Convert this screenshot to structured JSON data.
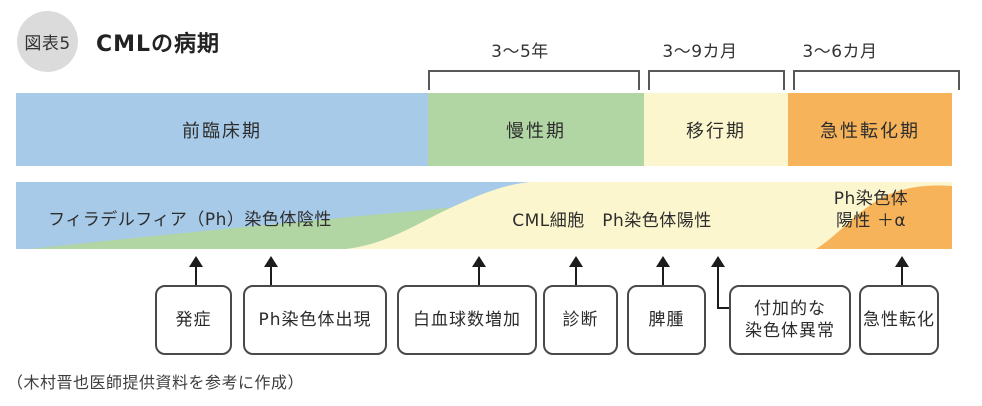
{
  "figure": {
    "badge": "図表5",
    "title": "CMLの病期",
    "source_note": "（木村晋也医師提供資料を参考に作成）"
  },
  "durations": [
    {
      "label": "3～5年"
    },
    {
      "label": "3～9カ月"
    },
    {
      "label": "3～6カ月"
    }
  ],
  "phases": [
    {
      "label": "前臨床期",
      "color": "#a7cae8"
    },
    {
      "label": "慢性期",
      "color": "#b1d5a3"
    },
    {
      "label": "移行期",
      "color": "#fbf6cd"
    },
    {
      "label": "急性転化期",
      "color": "#f6b35a"
    }
  ],
  "status_band": {
    "ph_negative": "フィラデルフィア（Ph）染色体陰性",
    "ph_positive": "CML細胞　Ph染色体陽性",
    "ph_right_line1": "Ph染色体",
    "ph_right_line2": "陽性 ＋α"
  },
  "events": [
    {
      "label": "発症"
    },
    {
      "label": "Ph染色体出現"
    },
    {
      "label": "白血球数増加"
    },
    {
      "label": "診断"
    },
    {
      "label": "脾腫"
    },
    {
      "line1": "付加的な",
      "line2": "染色体異常"
    },
    {
      "label": "急性転化"
    }
  ],
  "colors": {
    "preclinical_blue": "#a7cae8",
    "chronic_green": "#b1d5a3",
    "accelerated_yellow": "#fbf6cd",
    "blast_orange": "#f6b35a",
    "badge_gray": "#dbdbdb",
    "box_border": "#4a4a4a",
    "bracket_gray": "#585858",
    "arrow_black": "#1c1c1c"
  }
}
